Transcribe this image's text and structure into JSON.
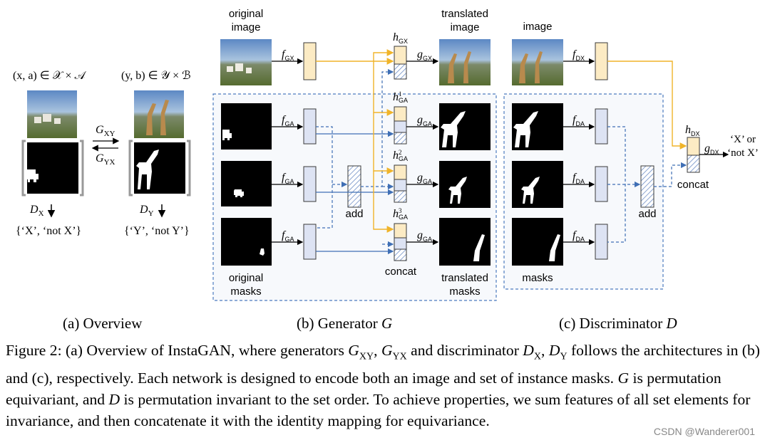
{
  "colors": {
    "feature_fill": "#fcebc4",
    "feature_stroke": "#3a3a3a",
    "mask_feature_fill": "#dde3f3",
    "image_arrow": "#f0b429",
    "mask_arrow": "#3f6fb5",
    "dashed_box": "#4d7bbf",
    "panel_bg": "#f7f9fc"
  },
  "overview": {
    "domain_x": "(x, a) ∈ 𝒳 × 𝒜",
    "domain_y": "(y, b) ∈ 𝒴 × ℬ",
    "g_xy": "G_XY",
    "g_yx": "G_YX",
    "d_x": "D_X",
    "d_y": "D_Y",
    "out_x": "{‘X’, ‘not X’}",
    "out_y": "{‘Y’, ‘not Y’}"
  },
  "generator": {
    "original_image": "original image",
    "translated_image": "translated image",
    "original_masks": "original masks",
    "translated_masks": "translated masks",
    "add": "add",
    "concat": "concat",
    "f_gx": "fGX",
    "g_gx": "gGX",
    "h_gx": "hGX",
    "f_ga": "fGA",
    "g_ga": "gGA",
    "h_ga_1": "h1GA",
    "h_ga_2": "h2GA",
    "h_ga_3": "h3GA"
  },
  "discriminator": {
    "image": "image",
    "masks": "masks",
    "add": "add",
    "concat": "concat",
    "f_dx": "fDX",
    "f_da": "fDA",
    "h_dx": "hDX",
    "g_dx": "gDX",
    "output": "‘X’ or ‘not X’"
  },
  "subcaptions": {
    "a": "(a) Overview",
    "b": "(b) Generator G",
    "c": "(c) Discriminator D"
  },
  "caption": "Figure 2: (a) Overview of InstaGAN, where generators G_XY, G_YX and discriminator D_X, D_Y follows the architectures in (b) and (c), respectively. Each network is designed to encode both an image and set of instance masks. G is permutation equivariant, and D is permutation invariant to the set order. To achieve properties, we sum features of all set elements for invariance, and then concatenate it with the identity mapping for equivariance.",
  "watermark": "CSDN @Wanderer001"
}
